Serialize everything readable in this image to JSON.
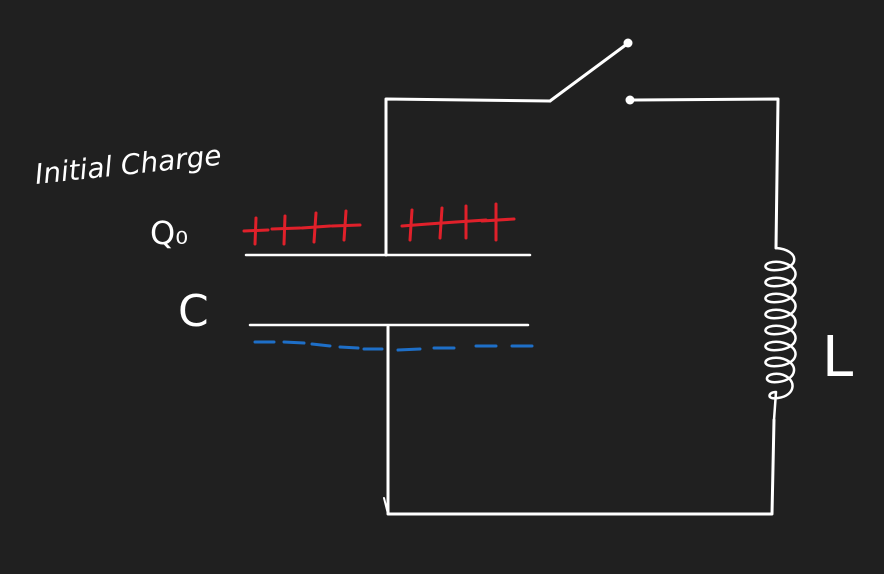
{
  "labels": {
    "initial_charge": "Initial Charge",
    "q0": "Q₀",
    "capacitor": "C",
    "inductor": "L"
  },
  "colors": {
    "background": "#202020",
    "wire": "#ffffff",
    "positive_charge": "#e0202a",
    "negative_charge": "#1e6fc8"
  },
  "charges": {
    "positive_symbol": "+",
    "positive_left_count": 4,
    "positive_right_count": 4,
    "negative_symbol": "dashes"
  }
}
